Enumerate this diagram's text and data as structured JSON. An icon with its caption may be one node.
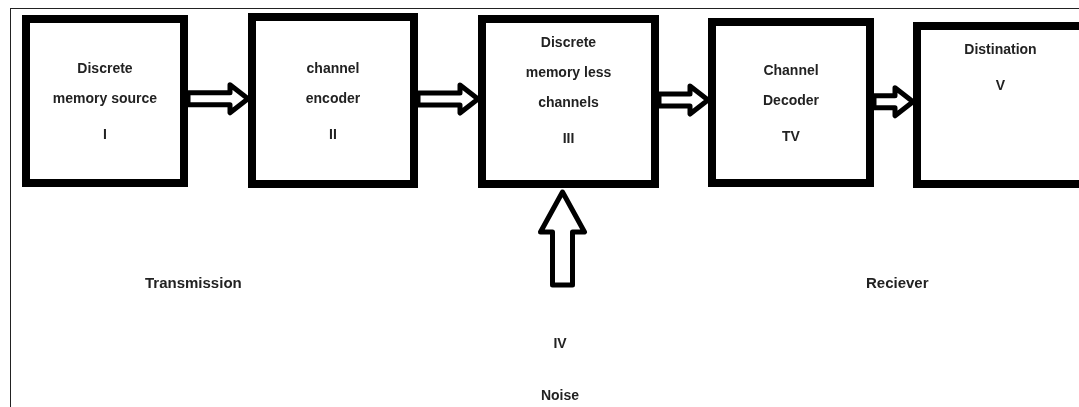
{
  "diagram": {
    "nodes": [
      {
        "text": [
          "Discrete memory source",
          "I"
        ]
      },
      {
        "text": [
          "channel encoder",
          "II"
        ]
      },
      {
        "text": [
          "Discrete memory less channels",
          "III"
        ]
      },
      {
        "text": [
          "Channel Decoder",
          "TV"
        ]
      },
      {
        "text": [
          "Distination",
          "V"
        ]
      },
      {
        "text": [
          "IV",
          "Noise"
        ]
      }
    ],
    "edges": [
      {
        "from": 0,
        "to": 1,
        "arrow": "to"
      },
      {
        "from": 1,
        "to": 2,
        "arrow": "to"
      },
      {
        "from": 2,
        "to": 3,
        "arrow": "to"
      },
      {
        "from": 3,
        "to": 4,
        "arrow": "to"
      },
      {
        "from": 5,
        "to": 2,
        "arrow": "to"
      }
    ],
    "labels": [
      "Transmission",
      "Reciever"
    ]
  }
}
